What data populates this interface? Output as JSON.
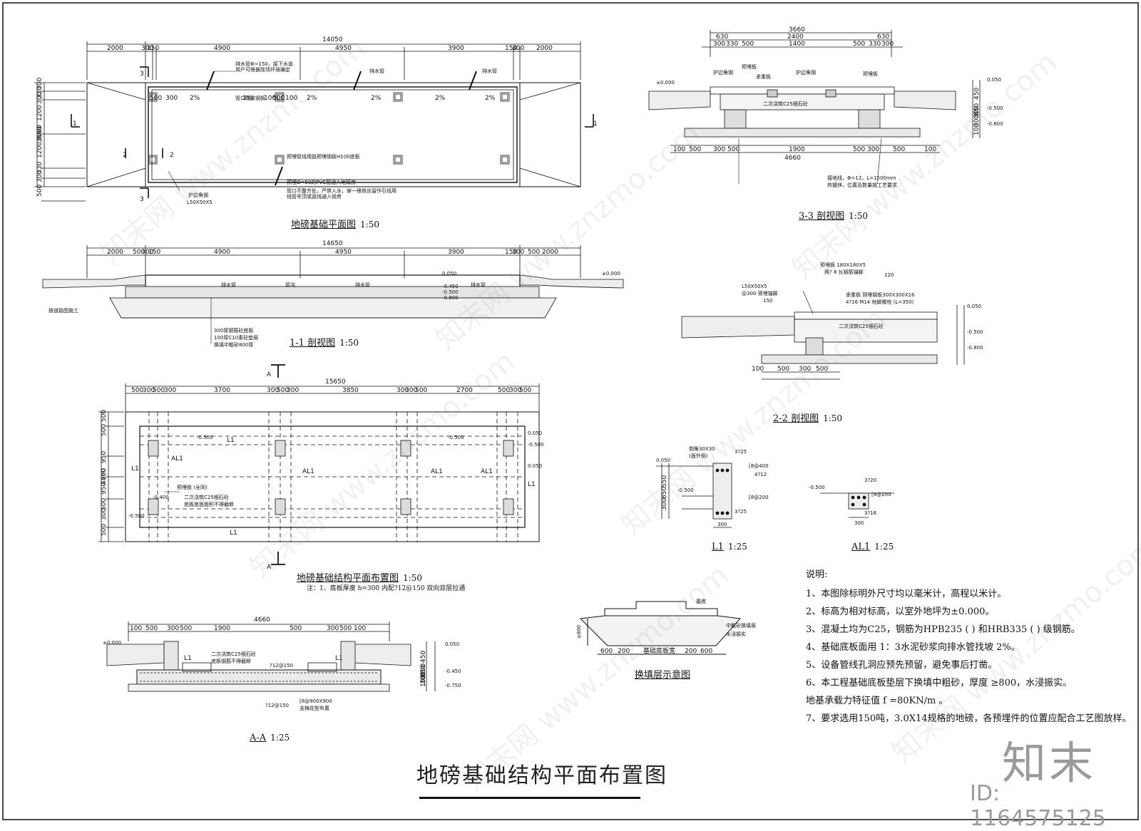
{
  "main_title": "地磅基础结构平面布置图",
  "brand": "知末",
  "id_label": "ID: 1164575125",
  "watermark": "知末网 www.znzmo.com",
  "captions": {
    "plan": {
      "title": "地磅基础平面图",
      "scale": "1:50"
    },
    "s11": {
      "title": "1-1 剖视图",
      "scale": "1:50"
    },
    "s33": {
      "title": "3-3 剖视图",
      "scale": "1:50"
    },
    "s22": {
      "title": "2-2 剖视图",
      "scale": "1:50"
    },
    "struct": {
      "title": "地磅基础结构平面布置图",
      "scale": "1:50",
      "note": "注：1、底板厚度 h=300 内配?12@150 双向双层拉通"
    },
    "l1": {
      "title": "L1",
      "scale": "1:25"
    },
    "al1": {
      "title": "AL1",
      "scale": "1:25"
    },
    "aa": {
      "title": "A-A",
      "scale": "1:25"
    },
    "fill": {
      "title": "换填层示意图"
    }
  },
  "notes": {
    "heading": "说明:",
    "items": [
      "1、本图除标明外尺寸均以毫米计，高程以米计。",
      "2、标高为相对标高，以室外地坪为±0.000。",
      "3、混凝土均为C25，钢筋为HPB235 (  ) 和HRB335 (  ) 级钢筋。",
      "4、基础底板面用 1：3水泥砂浆向排水管找坡 2%。",
      "5、设备管线孔洞应预先预留，避免事后打凿。",
      "6、本工程基础底板垫层下换填中粗砂，厚度 ≥800，水浸振实。",
      "   地基承载力特征值  f =80KN/m  。",
      "7、要求选用150吨，3.0X14规格的地磅，各预埋件的位置应配合工艺图放样。"
    ]
  },
  "dims": {
    "plan_total": "14050",
    "plan_row": [
      "2000",
      "300",
      "150",
      "4900",
      "4950",
      "3900",
      "150",
      "300",
      "2000"
    ],
    "plan_left": [
      "300",
      "330",
      "300",
      "1200",
      "3060",
      "1200",
      "330",
      "300",
      "500",
      "3660"
    ],
    "plan_inner": [
      "300",
      "500",
      "100",
      "100",
      "300",
      "500",
      "2%",
      "2%",
      "2%",
      "2%",
      "2%",
      "2%"
    ],
    "s11_total": "14650",
    "s11_row": [
      "2000",
      "500",
      "300",
      "150",
      "4900",
      "4950",
      "3900",
      "150",
      "300",
      "500",
      "2000"
    ],
    "struct_total": "15650",
    "struct_row": [
      "500",
      "300",
      "500",
      "300",
      "3700",
      "300",
      "500",
      "300",
      "3850",
      "300",
      "300",
      "500",
      "2700",
      "500",
      "300",
      "500"
    ],
    "struct_left": [
      "500",
      "500",
      "950",
      "700",
      "950",
      "500",
      "300",
      "500",
      "4660"
    ],
    "s33_total": "3660",
    "s33_row1": [
      "630",
      "2400",
      "630"
    ],
    "s33_row2": [
      "300",
      "330",
      "500",
      "1400",
      "500",
      "330",
      "300"
    ],
    "s33_bottom": [
      "100",
      "500",
      "300",
      "500",
      "1900",
      "500",
      "300",
      "500",
      "100"
    ],
    "s33_bottom_total": "4660",
    "s33_right": [
      "450",
      "850",
      "100",
      "300",
      "300"
    ],
    "s22_bottom": [
      "100",
      "500",
      "300",
      "500"
    ],
    "aa_total": "4660",
    "aa_row": [
      "100",
      "500",
      "300",
      "500",
      "1900",
      "500",
      "300",
      "500",
      "100"
    ],
    "fill_dims": [
      "600",
      "200",
      "基础底板宽",
      "200",
      "600",
      "≥800"
    ]
  },
  "labels": {
    "plan": [
      "排水管Φ>150，接下水道",
      "用户可根据现场环境确定",
      "排水管",
      "排水管",
      "管口踏重钢板",
      "预埋管线用路预埋钢板H100底板",
      "预埋Ø=50的PVC管通入地磅房",
      "管口不整齐处，严禁入水，穿一根铁丝留作引线用",
      "线管吊顶或直线通入磅房",
      "护边角钢",
      "L50X50X5"
    ],
    "s11": [
      "排水管",
      "管沟",
      "排水管",
      "排水管",
      "按道路图施工",
      "300厚钢筋砼底板",
      "100厚C10素砼垫层",
      "换填中粗砂800厚",
      "±0.000",
      "-0.450",
      "-0.500",
      "-0.800",
      "0.050"
    ],
    "s33": [
      "护边角钢",
      "预埋板",
      "承重板",
      "护边角钢",
      "预埋板",
      "二次浇筑C25细石砼",
      "±0.000",
      "0.050",
      "-0.500",
      "-0.800",
      "接地线，Φ=12，L=1500mm",
      "热镀锌，位置及数量按工艺要求"
    ],
    "s22": [
      "预埋板 180X180X5",
      "两? 8 长钢筋锚脚",
      "L50X50X5",
      "@300 预埋锚脚",
      "承重板 预埋钢板300X300X16",
      "4?16 M14 地脚螺栓 (L=350)",
      "二次浇筑C25细石砼",
      "0.050",
      "-0.500",
      "-0.800",
      "150",
      "120"
    ],
    "struct": [
      "-0.500",
      "-0.500",
      "-0.500",
      "0.050",
      "0.050",
      "-0.400",
      "-0.500",
      "L1",
      "L1",
      "L1",
      "L1",
      "AL1",
      "AL1",
      "AL1",
      "AL1",
      "预埋板 (全同)",
      "二次浇筑C25细石砼",
      "底板底面面积不得截断",
      "A",
      "A"
    ],
    "l1": [
      "倒角30X30",
      "(面外侧)",
      "3?25",
      "[8@400",
      "4?12",
      "[8@200",
      "3?25",
      "0.050",
      "-0.500",
      "850",
      "550",
      "300",
      "300"
    ],
    "al1": [
      "3?20",
      "[8@200",
      "3?16",
      "-0.500",
      "300"
    ],
    "aa": [
      "±0.000",
      "0.050",
      "-0.450",
      "-0.750",
      "L1",
      "L1",
      "二次浇筑C25细石砼",
      "底板钢筋不得截断",
      "?12@150",
      "?12@150",
      "[8@900X900",
      "支梅花型布置",
      "450",
      "850",
      "100",
      "300",
      "300"
    ],
    "fill": [
      "基底",
      "中粗砂换填层",
      "水浸振实"
    ]
  },
  "section_marks": [
    "1",
    "1",
    "2",
    "2",
    "3",
    "3"
  ]
}
